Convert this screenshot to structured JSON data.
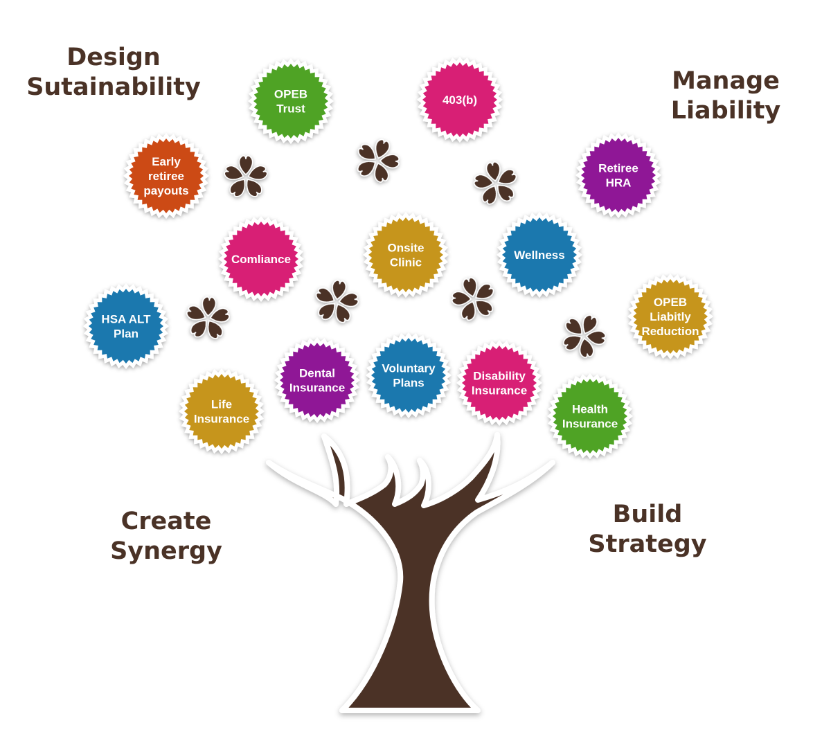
{
  "quadrants": {
    "design": [
      "Design",
      "Sutainability"
    ],
    "manage": [
      "Manage",
      "Liability"
    ],
    "create": [
      "Create",
      "Synergy"
    ],
    "build": [
      "Build",
      "Strategy"
    ]
  },
  "colors": {
    "trunk": "#4b3228",
    "heading": "#4a3226",
    "flower": "#4b3228",
    "green": "#4fa325",
    "magenta": "#d81f75",
    "orange": "#cc4a15",
    "purple": "#8f1796",
    "mustard": "#c6951c",
    "blue": "#1b78ae"
  },
  "badges": [
    {
      "id": "opeb-trust",
      "lines": [
        "OPEB",
        "Trust"
      ],
      "color": "#4fa325"
    },
    {
      "id": "403b",
      "lines": [
        "403(b)"
      ],
      "color": "#d81f75"
    },
    {
      "id": "early-retiree-payouts",
      "lines": [
        "Early",
        "retiree",
        "payouts"
      ],
      "color": "#cc4a15"
    },
    {
      "id": "retiree-hra",
      "lines": [
        "Retiree",
        "HRA"
      ],
      "color": "#8f1796"
    },
    {
      "id": "compliance",
      "lines": [
        "Comliance"
      ],
      "color": "#d81f75"
    },
    {
      "id": "onsite-clinic",
      "lines": [
        "Onsite",
        "Clinic"
      ],
      "color": "#c6951c"
    },
    {
      "id": "wellness",
      "lines": [
        "Wellness"
      ],
      "color": "#1b78ae"
    },
    {
      "id": "hsa-alt-plan",
      "lines": [
        "HSA ALT",
        "Plan"
      ],
      "color": "#1b78ae"
    },
    {
      "id": "opeb-liability-reduction",
      "lines": [
        "OPEB",
        "Liabitly",
        "Reduction"
      ],
      "color": "#c6951c"
    },
    {
      "id": "dental-insurance",
      "lines": [
        "Dental",
        "Insurance"
      ],
      "color": "#8f1796"
    },
    {
      "id": "voluntary-plans",
      "lines": [
        "Voluntary",
        "Plans"
      ],
      "color": "#1b78ae"
    },
    {
      "id": "disability-insurance",
      "lines": [
        "Disability",
        "Insurance"
      ],
      "color": "#d81f75"
    },
    {
      "id": "life-insurance",
      "lines": [
        "Life",
        "Insurance"
      ],
      "color": "#c6951c"
    },
    {
      "id": "health-insurance",
      "lines": [
        "Health",
        "Insurance"
      ],
      "color": "#4fa325"
    }
  ]
}
